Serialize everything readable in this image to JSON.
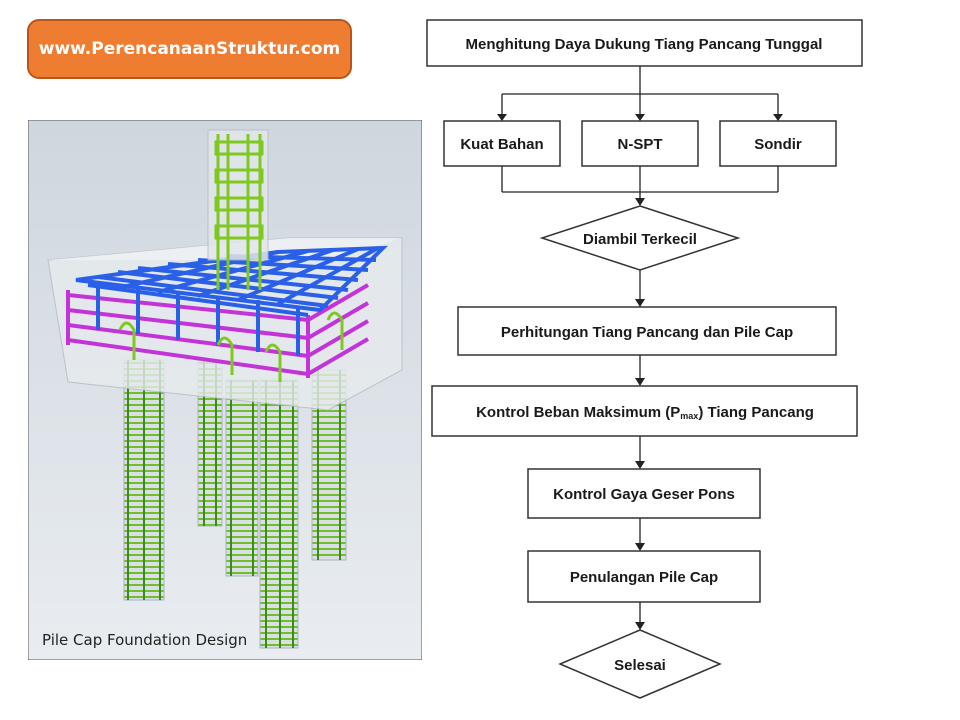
{
  "header": {
    "url": "www.PerencanaanStruktur.com"
  },
  "figure": {
    "caption": "Pile Cap Foundation Design"
  },
  "flowchart": {
    "start": "Menghitung Daya Dukung Tiang Pancang Tunggal",
    "methods": [
      "Kuat Bahan",
      "N-SPT",
      "Sondir"
    ],
    "decision": "Diambil Terkecil",
    "calc": "Perhitungan Tiang Pancang dan Pile Cap",
    "control_max_prefix": "Kontrol Beban Maksimum (P",
    "control_max_sub": "max",
    "control_max_suffix": ") Tiang Pancang",
    "punching": "Kontrol Gaya Geser Pons",
    "reinforcement": "Penulangan Pile Cap",
    "end": "Selesai"
  },
  "colors": {
    "badge": "#ee7d31",
    "column_rebar": "#7fc820",
    "pile_rebar": "#8ecc2a",
    "top_mesh": "#2a5fe8",
    "side_rebar": "#c234d8"
  }
}
